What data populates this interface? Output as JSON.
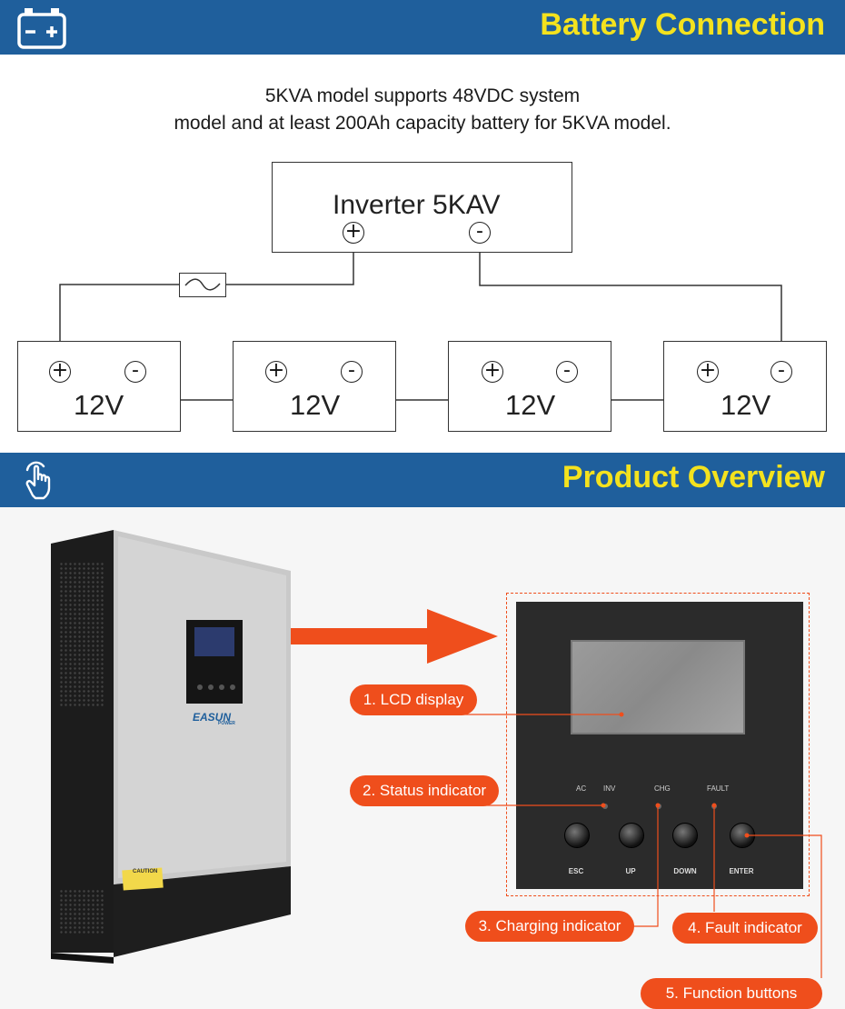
{
  "battery_section": {
    "title": "Battery Connection",
    "icon": "battery-icon",
    "intro_line1": "5KVA model supports 48VDC system",
    "intro_line2": "model and at least 200Ah capacity battery for 5KVA model."
  },
  "wiring_diagram": {
    "inverter_label": "Inverter 5KAV",
    "plus_symbol": "+",
    "minus_symbol": "-",
    "fuse_icon": "fuse-icon",
    "batteries": [
      {
        "label": "12V"
      },
      {
        "label": "12V"
      },
      {
        "label": "12V"
      },
      {
        "label": "12V"
      }
    ]
  },
  "overview_section": {
    "title": "Product Overview",
    "icon": "pointing-hand-icon",
    "callouts": [
      "1. LCD display",
      "2. Status indicator",
      "3. Charging indicator",
      "4. Fault indicator",
      "5. Function buttons"
    ]
  },
  "device": {
    "brand": "EASUN",
    "brand_sub": "POWER",
    "caution": "CAUTION"
  },
  "panel": {
    "indicators": [
      "AC",
      "INV",
      "CHG",
      "FAULT"
    ],
    "buttons": [
      "ESC",
      "UP",
      "DOWN",
      "ENTER"
    ]
  },
  "colors": {
    "banner": "#1f5f9c",
    "banner_text": "#f4e21e",
    "callout": "#ef4e1c"
  }
}
